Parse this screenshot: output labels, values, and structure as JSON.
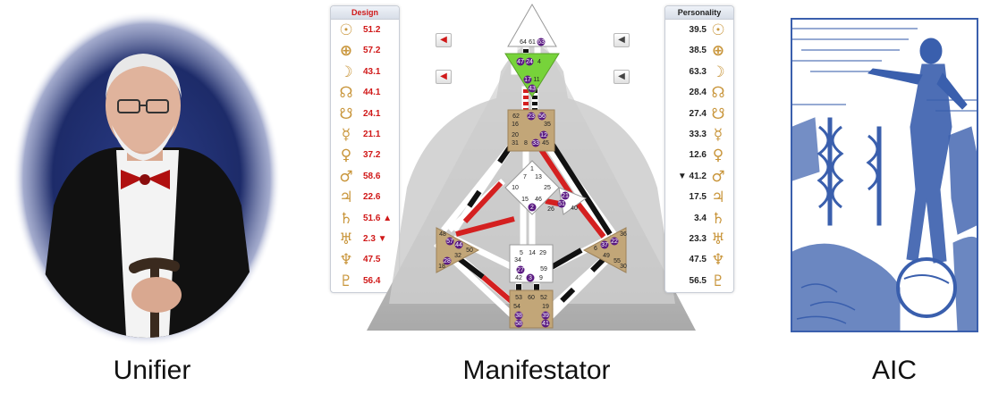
{
  "captions": {
    "left": "Unifier",
    "center": "Manifestator",
    "right": "AIC"
  },
  "design": {
    "title": "Design",
    "color": "#d01818",
    "rows": [
      {
        "icon": "sun-icon",
        "value": "51.2"
      },
      {
        "icon": "earth-icon",
        "value": "57.2"
      },
      {
        "icon": "moon-icon",
        "value": "43.1"
      },
      {
        "icon": "north-node-icon",
        "value": "44.1"
      },
      {
        "icon": "south-node-icon",
        "value": "24.1"
      },
      {
        "icon": "mercury-icon",
        "value": "21.1"
      },
      {
        "icon": "venus-icon",
        "value": "37.2"
      },
      {
        "icon": "mars-icon",
        "value": "58.6"
      },
      {
        "icon": "jupiter-icon",
        "value": "22.6"
      },
      {
        "icon": "saturn-icon",
        "value": "51.6 ▲"
      },
      {
        "icon": "uranus-icon",
        "value": "2.3 ▼"
      },
      {
        "icon": "neptune-icon",
        "value": "47.5"
      },
      {
        "icon": "pluto-icon",
        "value": "56.4"
      }
    ]
  },
  "personality": {
    "title": "Personality",
    "color": "#222222",
    "rows": [
      {
        "icon": "sun-icon",
        "value": "39.5"
      },
      {
        "icon": "earth-icon",
        "value": "38.5"
      },
      {
        "icon": "moon-icon",
        "value": "63.3"
      },
      {
        "icon": "north-node-icon",
        "value": "28.4"
      },
      {
        "icon": "south-node-icon",
        "value": "27.4"
      },
      {
        "icon": "mercury-icon",
        "value": "33.3"
      },
      {
        "icon": "venus-icon",
        "value": "12.6"
      },
      {
        "icon": "mars-icon",
        "value": "▼ 41.2"
      },
      {
        "icon": "jupiter-icon",
        "value": "17.5"
      },
      {
        "icon": "saturn-icon",
        "value": "3.4"
      },
      {
        "icon": "uranus-icon",
        "value": "23.3"
      },
      {
        "icon": "neptune-icon",
        "value": "47.5"
      },
      {
        "icon": "pluto-icon",
        "value": "56.5"
      }
    ]
  },
  "glyphs": {
    "sun-icon": "☉",
    "earth-icon": "⊕",
    "moon-icon": "☽",
    "north-node-icon": "☊",
    "south-node-icon": "☋",
    "mercury-icon": "☿",
    "venus-icon": "♀",
    "mars-icon": "♂",
    "jupiter-icon": "♃",
    "saturn-icon": "♄",
    "uranus-icon": "♅",
    "neptune-icon": "♆",
    "pluto-icon": "♇"
  },
  "bodygraph": {
    "head": [
      "64",
      "61",
      "63"
    ],
    "ajna": [
      "47",
      "24",
      "4",
      "17",
      "11",
      "43"
    ],
    "throat": [
      "62",
      "23",
      "56",
      "16",
      "35",
      "20",
      "12",
      "31",
      "8",
      "33",
      "45"
    ],
    "g_center": [
      "1",
      "7",
      "13",
      "10",
      "15",
      "46",
      "2",
      "25"
    ],
    "heart": [
      "21",
      "51",
      "26",
      "40"
    ],
    "spleen": [
      "48",
      "57",
      "44",
      "50",
      "32",
      "28",
      "18"
    ],
    "solar_plexus": [
      "36",
      "22",
      "37",
      "6",
      "49",
      "55",
      "30"
    ],
    "sacral": [
      "5",
      "14",
      "29",
      "34",
      "27",
      "59",
      "42",
      "3",
      "9"
    ],
    "root": [
      "53",
      "60",
      "52",
      "54",
      "19",
      "39",
      "38",
      "58",
      "41"
    ]
  },
  "colors": {
    "defined_center": "#c2a678",
    "ajna_defined": "#77d33a",
    "design_channel": "#d42020",
    "personality_channel": "#111111",
    "activated_gate": "#5a1a82",
    "aic_ink": "#3a5fad"
  }
}
